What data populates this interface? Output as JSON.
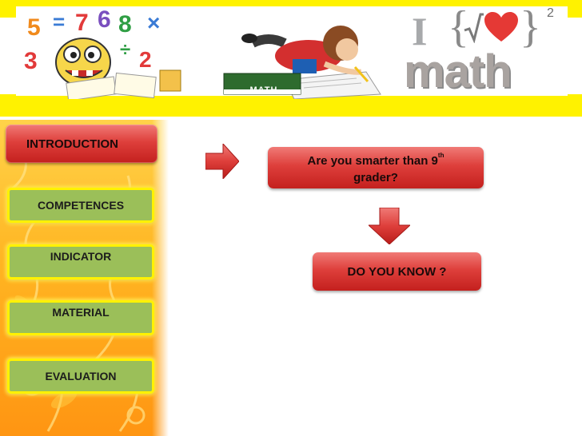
{
  "banner": {
    "book_label": "MATH",
    "logo_i": "I",
    "logo_math": "math",
    "logo_superscript": "2"
  },
  "menu": {
    "introduction": "INTRODUCTION",
    "items": [
      {
        "label": "COMPETENCES"
      },
      {
        "label": "INDICATOR"
      },
      {
        "label": "MATERIAL"
      },
      {
        "label": "EVALUATION"
      }
    ]
  },
  "content": {
    "question_line1": "Are you smarter than 9",
    "question_sup": "th",
    "question_line2": "grader?",
    "know_label": "DO YOU KNOW ?"
  },
  "colors": {
    "banner_yellow": "#fff200",
    "red_button": "#de3f3b",
    "green_button": "#9bbf59",
    "panel_orange": "#ffb522",
    "heart_red": "#e53935"
  },
  "icons": {
    "right_arrow": "arrow-right-icon",
    "down_arrow": "arrow-down-icon",
    "heart": "heart-icon",
    "sqrt": "square-root-icon"
  }
}
